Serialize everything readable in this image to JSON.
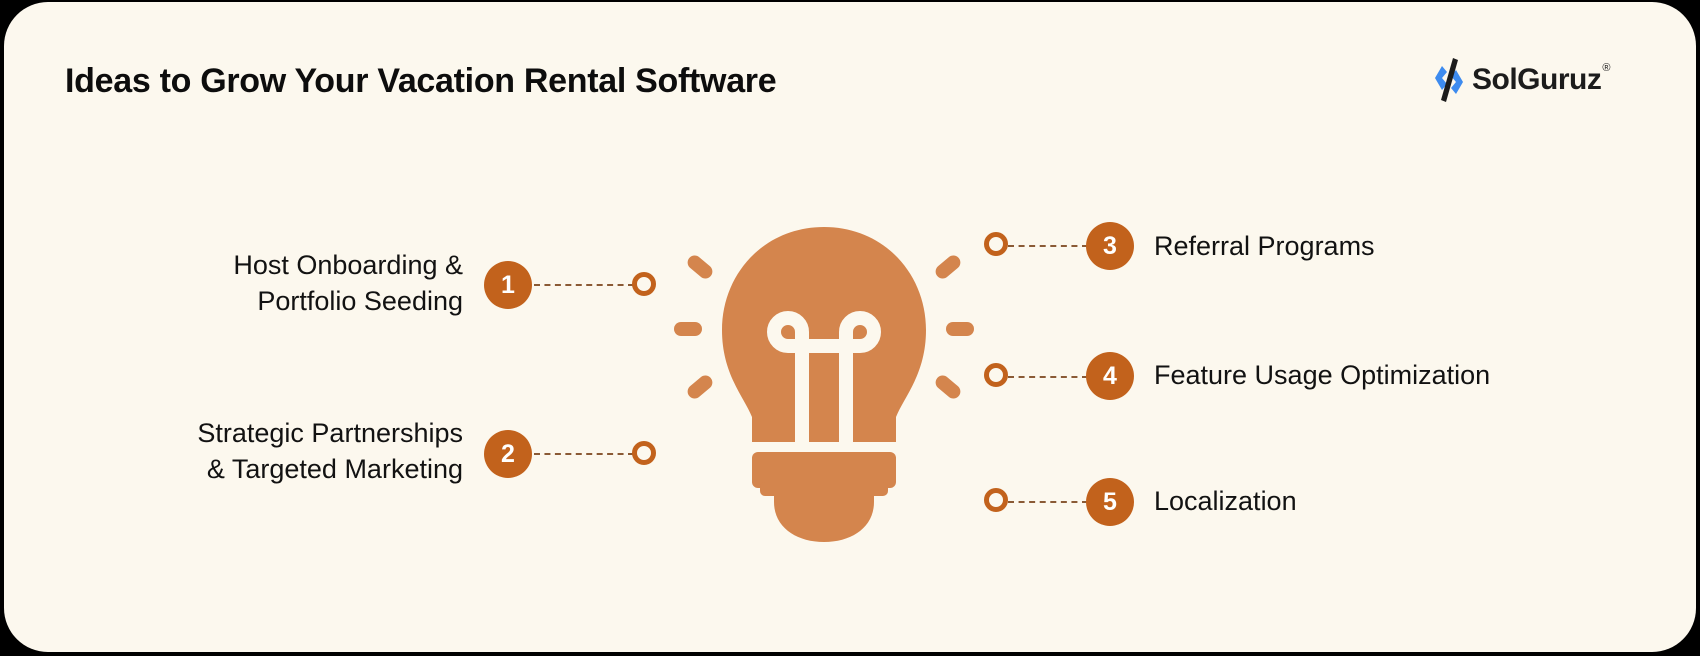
{
  "header": {
    "title": "Ideas to Grow Your Vacation Rental Software"
  },
  "logo": {
    "text": "SolGuruz",
    "registered": "®",
    "icon": "solguruz-logo-icon"
  },
  "center_icon": "lightbulb-icon",
  "colors": {
    "background": "#fcf8ee",
    "accent": "#c2621c",
    "bulb": "#d4854d",
    "text": "#121212",
    "logo_blue": "#3d8bef"
  },
  "ideas": [
    {
      "number": "1",
      "label_line1": "Host Onboarding &",
      "label_line2": "Portfolio Seeding",
      "side": "left"
    },
    {
      "number": "2",
      "label_line1": "Strategic Partnerships",
      "label_line2": "& Targeted Marketing",
      "side": "left"
    },
    {
      "number": "3",
      "label": "Referral Programs",
      "side": "right"
    },
    {
      "number": "4",
      "label": "Feature Usage Optimization",
      "side": "right"
    },
    {
      "number": "5",
      "label": "Localization",
      "side": "right"
    }
  ]
}
